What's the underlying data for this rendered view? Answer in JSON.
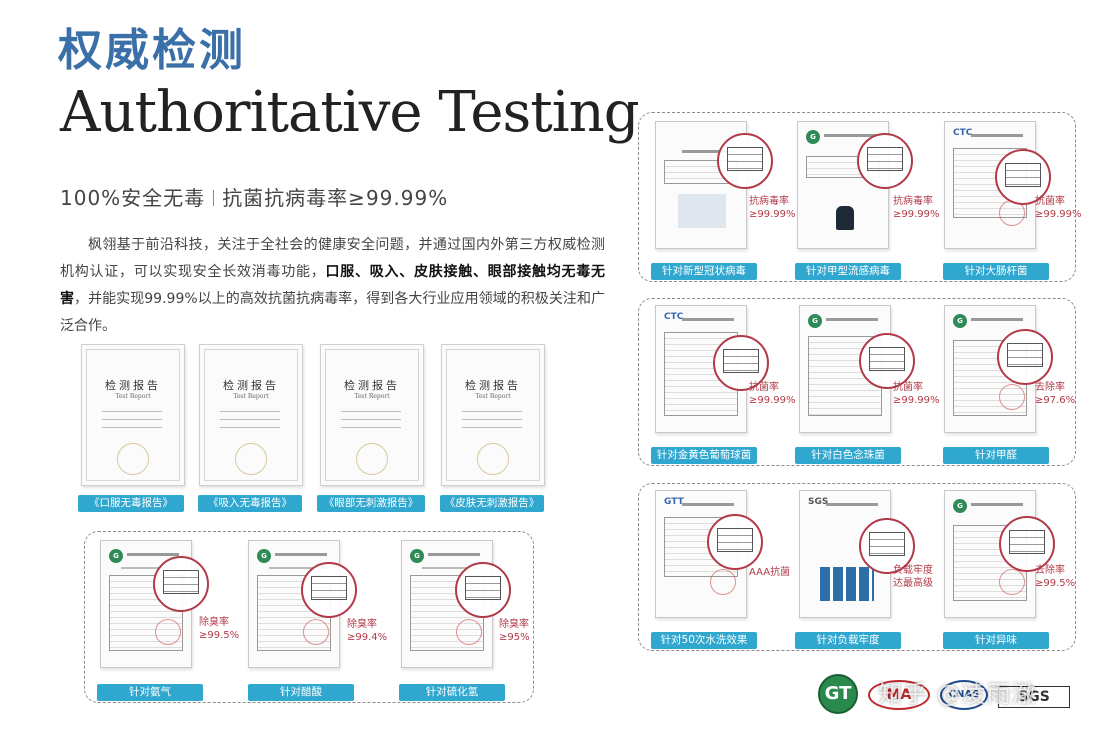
{
  "header": {
    "title_cn": "权威检测",
    "title_en": "Authoritative Testing",
    "tagline_left": "100%安全无毒",
    "tagline_right": "抗菌抗病毒率≥99.99%"
  },
  "intro": {
    "p1": "枫翎基于前沿科技，关注于全社会的健康安全问题，并通过国内外第三方权威检测机构认证，可以实现安全长效消毒功能，",
    "bold": "口服、吸入、皮肤接触、眼部接触均无毒无害",
    "p2": "，并能实现99.99%以上的高效抗菌抗病毒率，得到各大行业应用领域的积极关注和广泛合作。"
  },
  "reports": [
    {
      "title": "检测报告",
      "sub": "Test Report",
      "label": "《口服无毒报告》"
    },
    {
      "title": "检测报告",
      "sub": "Test Report",
      "label": "《吸入无毒报告》"
    },
    {
      "title": "检测报告",
      "sub": "Test Report",
      "label": "《眼部无刺激报告》"
    },
    {
      "title": "检测报告",
      "sub": "Test Report",
      "label": "《皮肤无刺激报告》"
    }
  ],
  "odor_group": [
    {
      "label": "针对氨气",
      "rate": "除臭率\n≥99.5%"
    },
    {
      "label": "针对醋酸",
      "rate": "除臭率\n≥99.4%"
    },
    {
      "label": "针对硫化氢",
      "rate": "除臭率\n≥95%"
    }
  ],
  "virus_group": [
    {
      "label": "针对新型冠状病毒",
      "rate": "抗病毒率\n≥99.99%"
    },
    {
      "label": "针对甲型流感病毒",
      "rate": "抗病毒率\n≥99.99%"
    },
    {
      "label": "针对大肠杆菌",
      "rate": "抗菌率\n≥99.99%"
    }
  ],
  "bacteria_group": [
    {
      "label": "针对金黄色葡萄球菌",
      "rate": "抗菌率\n≥99.99%"
    },
    {
      "label": "针对白色念珠菌",
      "rate": "抗菌率\n≥99.99%"
    },
    {
      "label": "针对甲醛",
      "rate": "去除率\n≥97.6%"
    }
  ],
  "wash_group": [
    {
      "label": "针对50次水洗效果",
      "rate": "AAA抗菌"
    },
    {
      "label": "针对负载牢度",
      "rate": "负载牢度\n达最高级"
    },
    {
      "label": "针对异味",
      "rate": "去除率\n≥99.5%"
    }
  ],
  "logos": {
    "gt": "GT",
    "ma": "MA",
    "cnas": "CNAS",
    "sgs": "SGS"
  },
  "watermark": "知乎 @凌雨澈",
  "colors": {
    "title_blue": "#3a6fa8",
    "label_blue": "#2fa7cf",
    "rate_red": "#b23a48"
  }
}
